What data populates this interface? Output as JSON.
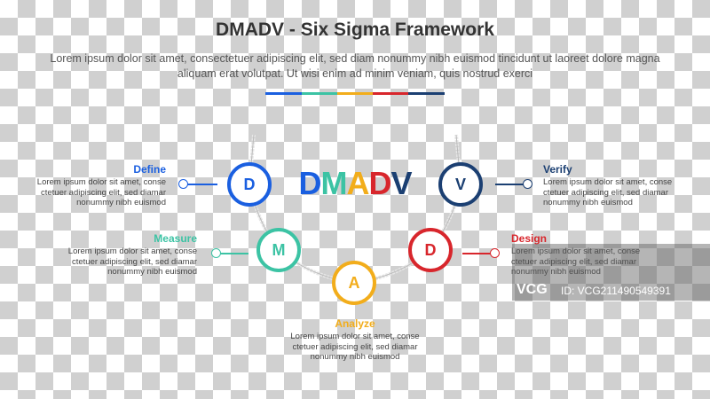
{
  "title": "DMADV - Six Sigma Framework",
  "subtitle": "Lorem ipsum dolor sit amet, consectetuer adipiscing elit, sed diam nonummy nibh euismod tincidunt ut laoreet dolore magna aliquam erat volutpat. Ut wisi enim ad minim veniam, quis nostrud exerci",
  "center_word": [
    "D",
    "M",
    "A",
    "D",
    "V"
  ],
  "colors": {
    "define": "#1a5fe0",
    "measure": "#3cc3a4",
    "analyze": "#f2ad1b",
    "design": "#d8262c",
    "verify": "#1b3f72"
  },
  "steps": [
    {
      "letter": "D",
      "label": "Define",
      "desc": [
        "Lorem ipsum dolor sit amet, conse",
        "ctetuer adipiscing elit, sed diamar",
        "nonummy nibh euismod"
      ]
    },
    {
      "letter": "M",
      "label": "Measure",
      "desc": [
        "Lorem ipsum dolor sit amet, conse",
        "ctetuer adipiscing elit, sed diamar",
        "nonummy nibh euismod"
      ]
    },
    {
      "letter": "A",
      "label": "Analyze",
      "desc": [
        "Lorem ipsum dolor sit amet, conse",
        "ctetuer adipiscing elit, sed diamar",
        "nonummy nibh euismod"
      ]
    },
    {
      "letter": "D",
      "label": "Design",
      "desc": [
        "Lorem ipsum dolor sit amet, conse",
        "ctetuer adipiscing elit, sed diamar",
        "nonummy nibh euismod"
      ]
    },
    {
      "letter": "V",
      "label": "Verify",
      "desc": [
        "Lorem ipsum dolor sit amet, conse",
        "ctetuer adipiscing elit, sed diamar",
        "nonummy nibh euismod"
      ]
    }
  ],
  "watermark": {
    "logo": "VCG",
    "id": "ID: VCG211490549391"
  }
}
